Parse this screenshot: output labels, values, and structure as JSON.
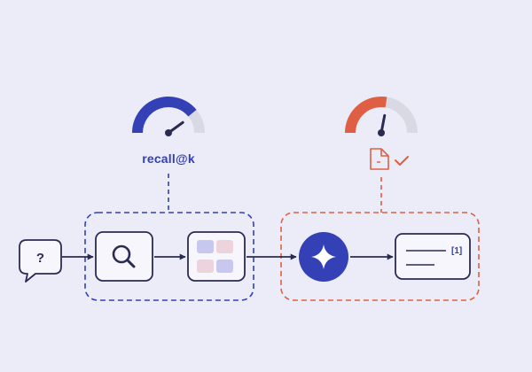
{
  "retrieval_metric": {
    "label": "recall@k",
    "gauge_fraction": 0.78,
    "needle_fraction": 0.8
  },
  "generation_metric": {
    "gauge_fraction": 0.55,
    "needle_fraction": 0.56
  },
  "question_symbol": "?",
  "citation_marker": "[1]",
  "colors": {
    "background": "#ececf8",
    "retrieval": "#3340b6",
    "generation": "#de5f43",
    "ink": "#2a2b52",
    "track": "#d9d9e3",
    "tile_lavender": "#c8c8ee",
    "tile_pink": "#edd3dc",
    "node_fill": "#f6f6fc"
  }
}
